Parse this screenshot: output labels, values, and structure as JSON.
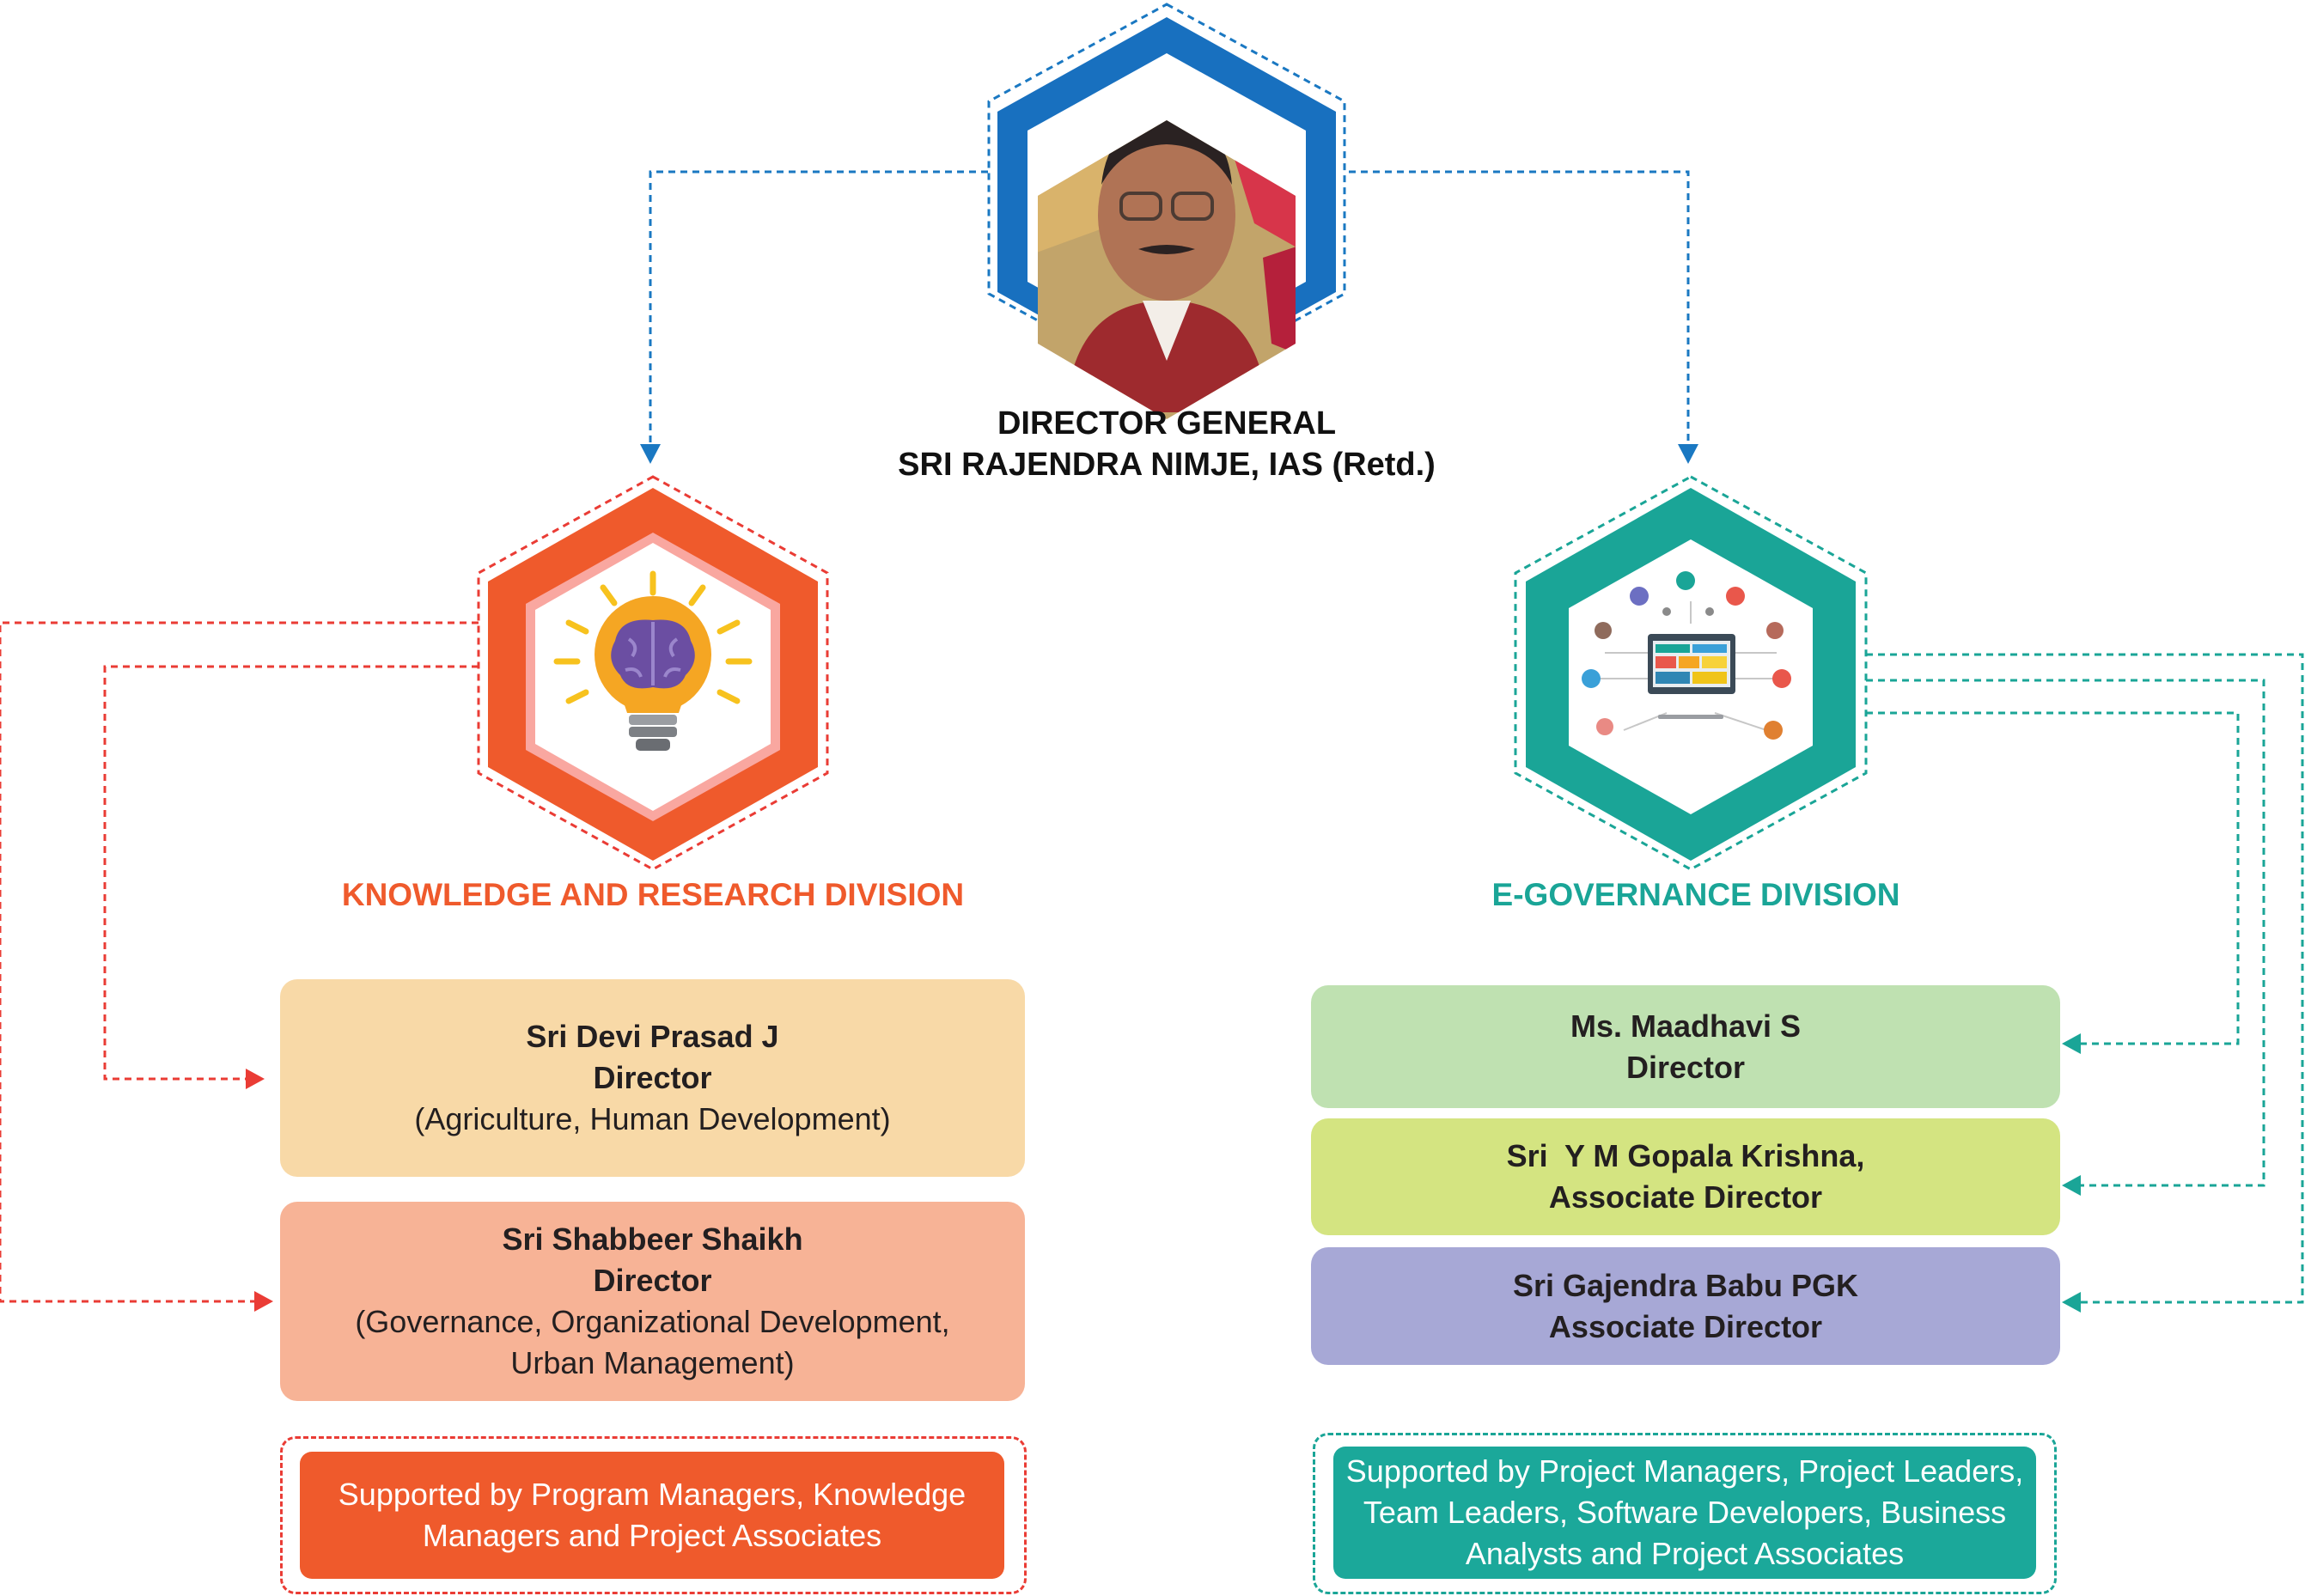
{
  "director_general": {
    "title": "DIRECTOR GENERAL",
    "name": "SRI RAJENDRA NIMJE, IAS (Retd.)"
  },
  "krd": {
    "title": "KNOWLEDGE AND RESEARCH DIVISION",
    "color": "#ef5a2c",
    "directors": [
      {
        "name": "Sri Devi Prasad J",
        "role": "Director",
        "detail": "(Agriculture, Human Development)",
        "color": "#f8d9a7"
      },
      {
        "name": "Sri Shabbeer Shaikh",
        "role": "Director",
        "detail": "(Governance, Organizational Development, Urban Management)",
        "color": "#f7b396"
      }
    ],
    "support": "Supported by Program Managers, Knowledge Managers and Project Associates"
  },
  "egd": {
    "title": "E-GOVERNANCE DIVISION",
    "color": "#1ba89a",
    "directors": [
      {
        "name": "Ms. Maadhavi S",
        "role": "Director",
        "color": "#bfe1b1"
      },
      {
        "name": "Sri  Y M Gopala Krishna,",
        "role": "Associate Director",
        "color": "#d4e481"
      },
      {
        "name": "Sri Gajendra Babu PGK",
        "role": "Associate Director",
        "color": "#a7a8d6"
      }
    ],
    "support": "Supported by Project Managers, Project Leaders, Team Leaders, Software Developers, Business Analysts and Project Associates"
  },
  "colors": {
    "dg_blue": "#1870bf",
    "arrow_blue": "#1a78c2",
    "arrow_red": "#ea3c35",
    "arrow_teal": "#1aa597"
  },
  "icons": [
    "portrait-photo",
    "lightbulb-brain-icon",
    "computer-network-icon"
  ]
}
